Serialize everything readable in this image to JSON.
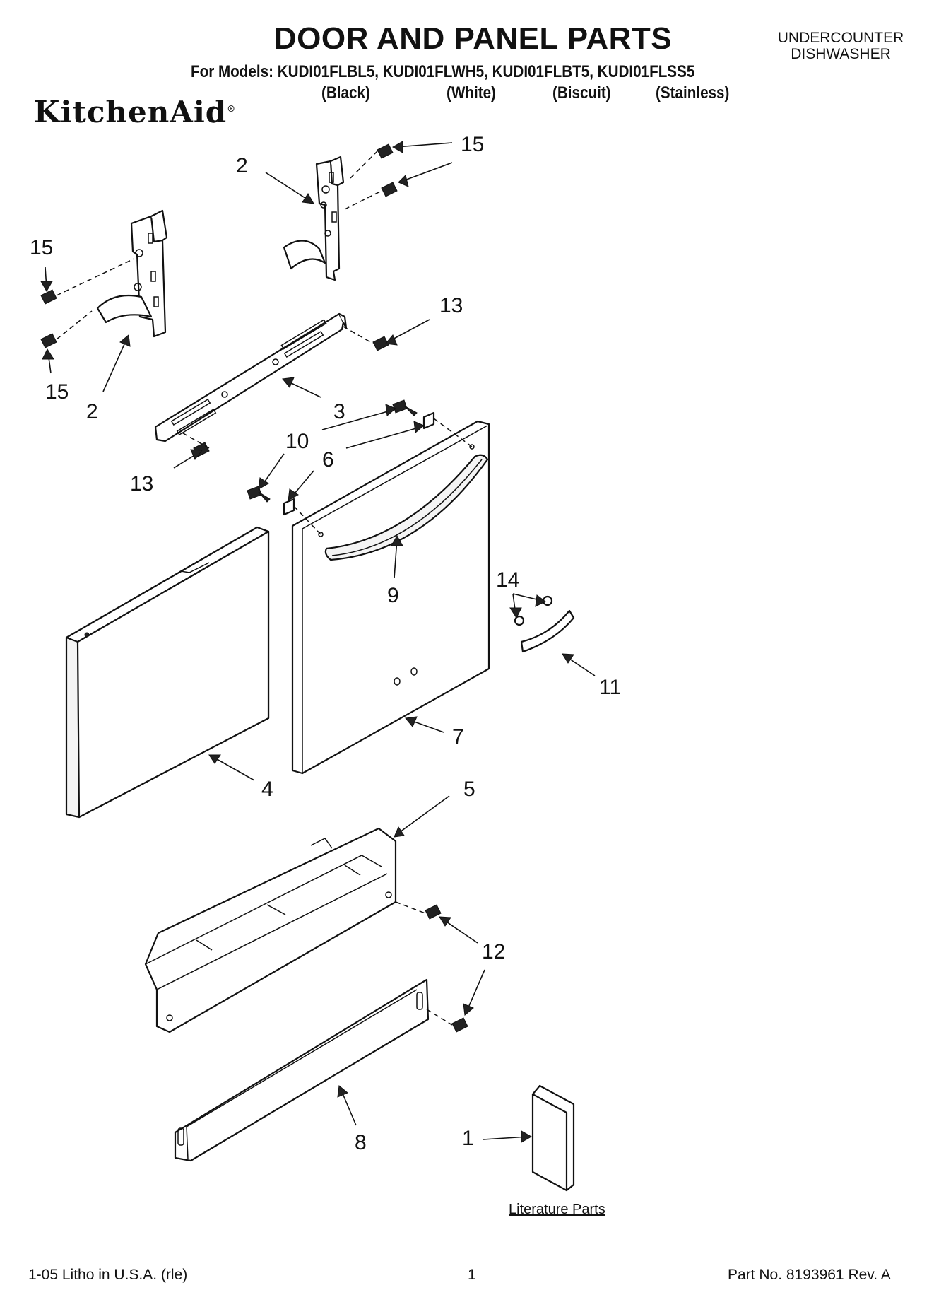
{
  "header": {
    "title": "DOOR AND PANEL PARTS",
    "appliance_line1": "UNDERCOUNTER",
    "appliance_line2": "DISHWASHER",
    "models": "For Models: KUDI01FLBL5, KUDI01FLWH5, KUDI01FLBT5, KUDI01FLSS5",
    "colors": [
      "(Black)",
      "(White)",
      "(Biscuit)",
      "(Stainless)"
    ],
    "brand": "KitchenAid"
  },
  "callouts": {
    "c15_top": "15",
    "c2_top": "2",
    "c15_left": "15",
    "c15_lower": "15",
    "c2_left": "2",
    "c13_right": "13",
    "c3": "3",
    "c10": "10",
    "c6": "6",
    "c13_left": "13",
    "c9": "9",
    "c14": "14",
    "c11": "11",
    "c7": "7",
    "c4": "4",
    "c5": "5",
    "c12": "12",
    "c8": "8",
    "c1": "1"
  },
  "literature_label": "Literature Parts",
  "footer": {
    "left": "1-05 Litho in U.S.A. (rle)",
    "page": "1",
    "right": "Part No. 8193961 Rev. A"
  }
}
